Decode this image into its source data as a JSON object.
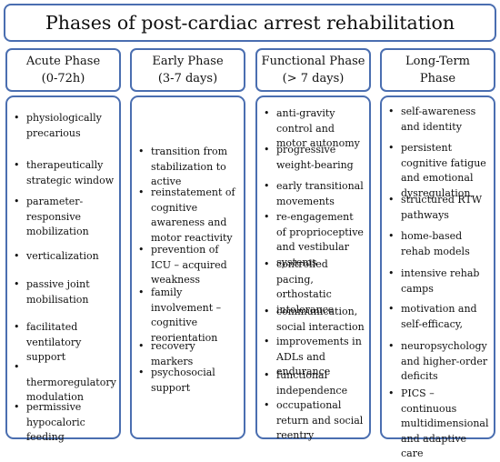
{
  "title": "Phases of post-cardiac arrest rehabilitation",
  "bullet_glyph": "•",
  "phases": [
    {
      "heading_lines": [
        "Acute Phase",
        "(0-72h)"
      ],
      "items": [
        "physiologically precarious",
        "therapeutically strategic window",
        "parameter-responsive mobilization",
        "verticalization",
        "passive joint mobilisation",
        "facilitated ventilatory support",
        "thermoregulatory modulation",
        "permissive hypocaloric feeding"
      ]
    },
    {
      "heading_lines": [
        "Early Phase",
        "(3-7 days)"
      ],
      "items": [
        "transition from stabilization to active",
        "reinstatement of cognitive awareness and motor reactivity",
        "prevention of ICU – acquired weakness",
        "family involvement – cognitive reorientation",
        "recovery markers",
        "psychosocial support"
      ]
    },
    {
      "heading_lines": [
        "Functional Phase",
        "(> 7 days)"
      ],
      "items": [
        "anti-gravity control and motor autonomy",
        "progressive weight-bearing",
        "early transitional movements",
        "re-engagement of proprioceptive and vestibular systems",
        "controlled pacing, orthostatic intolerance",
        "communication, social interaction",
        "improvements in ADLs and endurance",
        "functional independence",
        "occupational return and social reentry"
      ]
    },
    {
      "heading_lines": [
        "Long-Term",
        "Phase"
      ],
      "items": [
        "self-awareness and identity",
        "persistent cognitive fatigue and emotional dysregulation",
        "structured RTW pathways",
        "home-based rehab models",
        "intensive rehab camps",
        "motivation and self-efficacy,",
        "neuropsychology and higher-order deficits",
        "PICS – continuous multidimensional and adaptive care"
      ]
    }
  ]
}
